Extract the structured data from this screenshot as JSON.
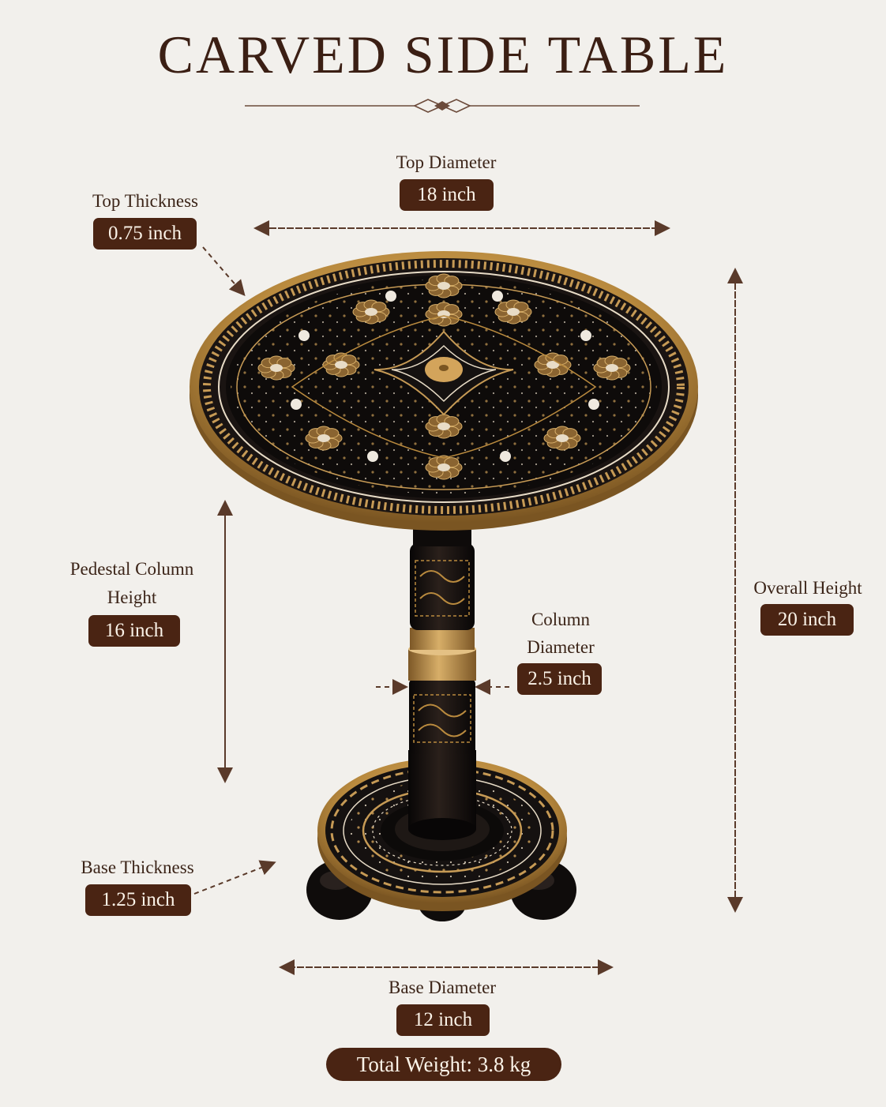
{
  "title": "CARVED SIDE TABLE",
  "colors": {
    "background": "#f2f0ec",
    "pill": "#4a2413",
    "pill_text": "#fbf3e8",
    "gold": "#b98a3e",
    "black_wood": "#151110",
    "arrow": "#5a3a2a"
  },
  "dimensions": {
    "top_diameter": {
      "label": "Top Diameter",
      "value": "18 inch"
    },
    "top_thickness": {
      "label": "Top Thickness",
      "value": "0.75 inch"
    },
    "pedestal_height": {
      "label_line1": "Pedestal Column",
      "label_line2": "Height",
      "value": "16 inch"
    },
    "column_diameter": {
      "label_line1": "Column",
      "label_line2": "Diameter",
      "value": "2.5 inch"
    },
    "overall_height": {
      "label": "Overall Height",
      "value": "20 inch"
    },
    "base_thickness": {
      "label": "Base Thickness",
      "value": "1.25 inch"
    },
    "base_diameter": {
      "label": "Base Diameter",
      "value": "12 inch"
    }
  },
  "total_weight": "Total Weight:  3.8 kg"
}
